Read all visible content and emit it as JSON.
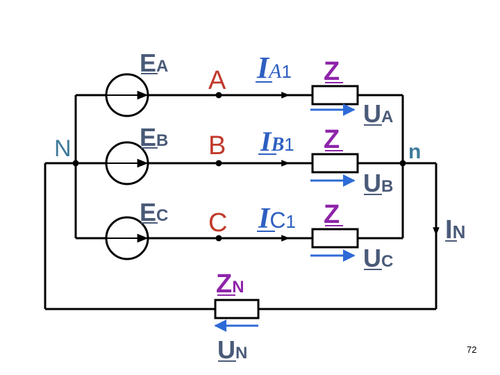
{
  "labels": {
    "EA": {
      "main": "E",
      "sub": "A"
    },
    "EB": {
      "main": "E",
      "sub": "B"
    },
    "EC": {
      "main": "E",
      "sub": "C"
    },
    "A": "A",
    "B": "B",
    "C": "C",
    "N": "N",
    "n": "n",
    "IA1": {
      "main": "I",
      "sub": "A",
      "idx": "1"
    },
    "IB1": {
      "main": "I",
      "sub": "B",
      "idx": "1"
    },
    "IC1": {
      "main": "I",
      "sub": "C",
      "idx": "1"
    },
    "Z_A": "Z",
    "Z_B": "Z",
    "Z_C": "Z",
    "UA": {
      "main": "U",
      "sub": "A"
    },
    "UB": {
      "main": "U",
      "sub": "B"
    },
    "UC": {
      "main": "U",
      "sub": "C"
    },
    "ZN": {
      "main": "Z",
      "sub": "N"
    },
    "UN": {
      "main": "U",
      "sub": "N"
    },
    "IN": {
      "main": "I",
      "sub": "N"
    }
  },
  "page_number": "72",
  "colors": {
    "wire": "#000000",
    "phase_letter": "#c0392b",
    "z_label": "#8e24aa",
    "current_label": "#2e5fc1",
    "voltage_label": "#4a5a78",
    "arrow_blue": "#2e6bd6",
    "node_label": "#3f7a9a"
  }
}
